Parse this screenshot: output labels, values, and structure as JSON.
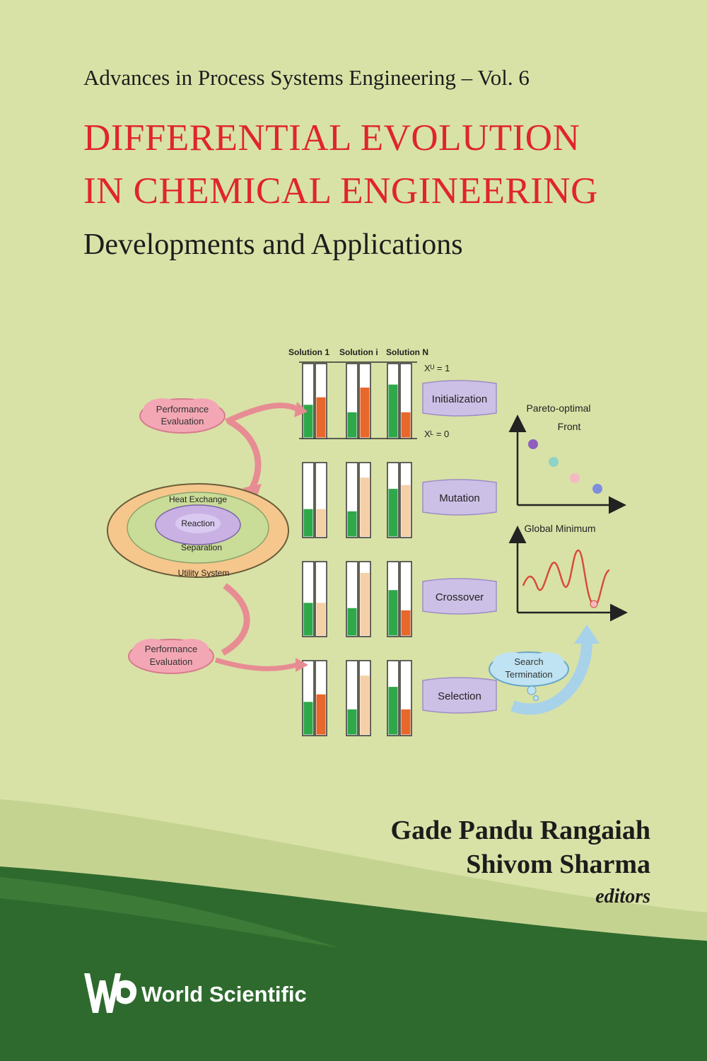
{
  "cover": {
    "series": "Advances in Process Systems Engineering – Vol. 6",
    "title_line1": "DIFFERENTIAL EVOLUTION",
    "title_line2": "IN CHEMICAL ENGINEERING",
    "subtitle": "Developments and Applications",
    "editors": [
      "Gade Pandu Rangaiah",
      "Shivom Sharma"
    ],
    "editor_role": "editors",
    "publisher": "World Scientific"
  },
  "diagram": {
    "solution_labels": [
      "Solution 1",
      "Solution i",
      "Solution N"
    ],
    "upper_bound": "Xᵁ = 1",
    "lower_bound": "Xᴸ = 0",
    "steps": [
      "Initialization",
      "Mutation",
      "Crossover",
      "Selection"
    ],
    "cloud_top": [
      "Performance",
      "Evaluation"
    ],
    "cloud_bottom": [
      "Performance",
      "Evaluation"
    ],
    "cloud_search": [
      "Search",
      "Termination"
    ],
    "rings": [
      "Heat Exchange",
      "Reaction",
      "Separation",
      "Utility System"
    ],
    "pareto_title": [
      "Pareto-optimal",
      "Front"
    ],
    "global_title": "Global Minimum"
  },
  "colors": {
    "background": "#d8e2a6",
    "title_red": "#e0252b",
    "band_green": "#2e6a2e",
    "bar_green": "#2fa84a",
    "bar_orange": "#e8672a",
    "bar_peach": "#f5cfa6"
  }
}
